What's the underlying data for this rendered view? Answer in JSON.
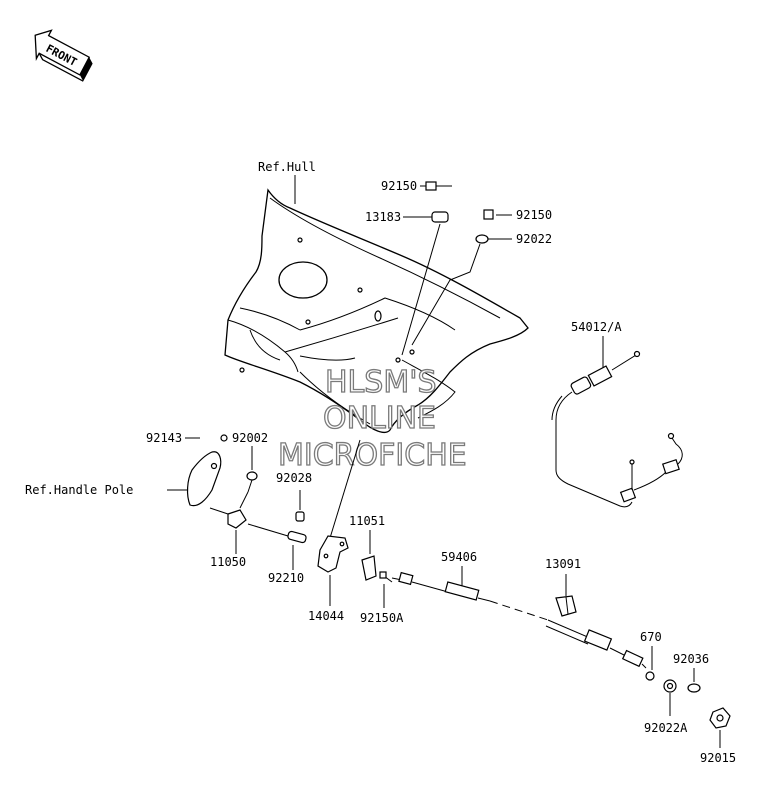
{
  "front_badge": {
    "text": "FRONT"
  },
  "references": {
    "hull": "Ref.Hull",
    "handle_pole": "Ref.Handle Pole"
  },
  "parts": {
    "p92150_top": "92150",
    "p13183": "13183",
    "p92150_right": "92150",
    "p92022": "92022",
    "p54012A": "54012/A",
    "p92143": "92143",
    "p92002": "92002",
    "p92028": "92028",
    "p11050": "11050",
    "p92210": "92210",
    "p11051": "11051",
    "p14044": "14044",
    "p92150A": "92150A",
    "p59406": "59406",
    "p13091": "13091",
    "p670": "670",
    "p92036": "92036",
    "p92022A": "92022A",
    "p92015": "92015"
  },
  "watermark": {
    "line1": "HLSM'S",
    "line2": "ONLINE",
    "line3": "MICROFICHE"
  }
}
